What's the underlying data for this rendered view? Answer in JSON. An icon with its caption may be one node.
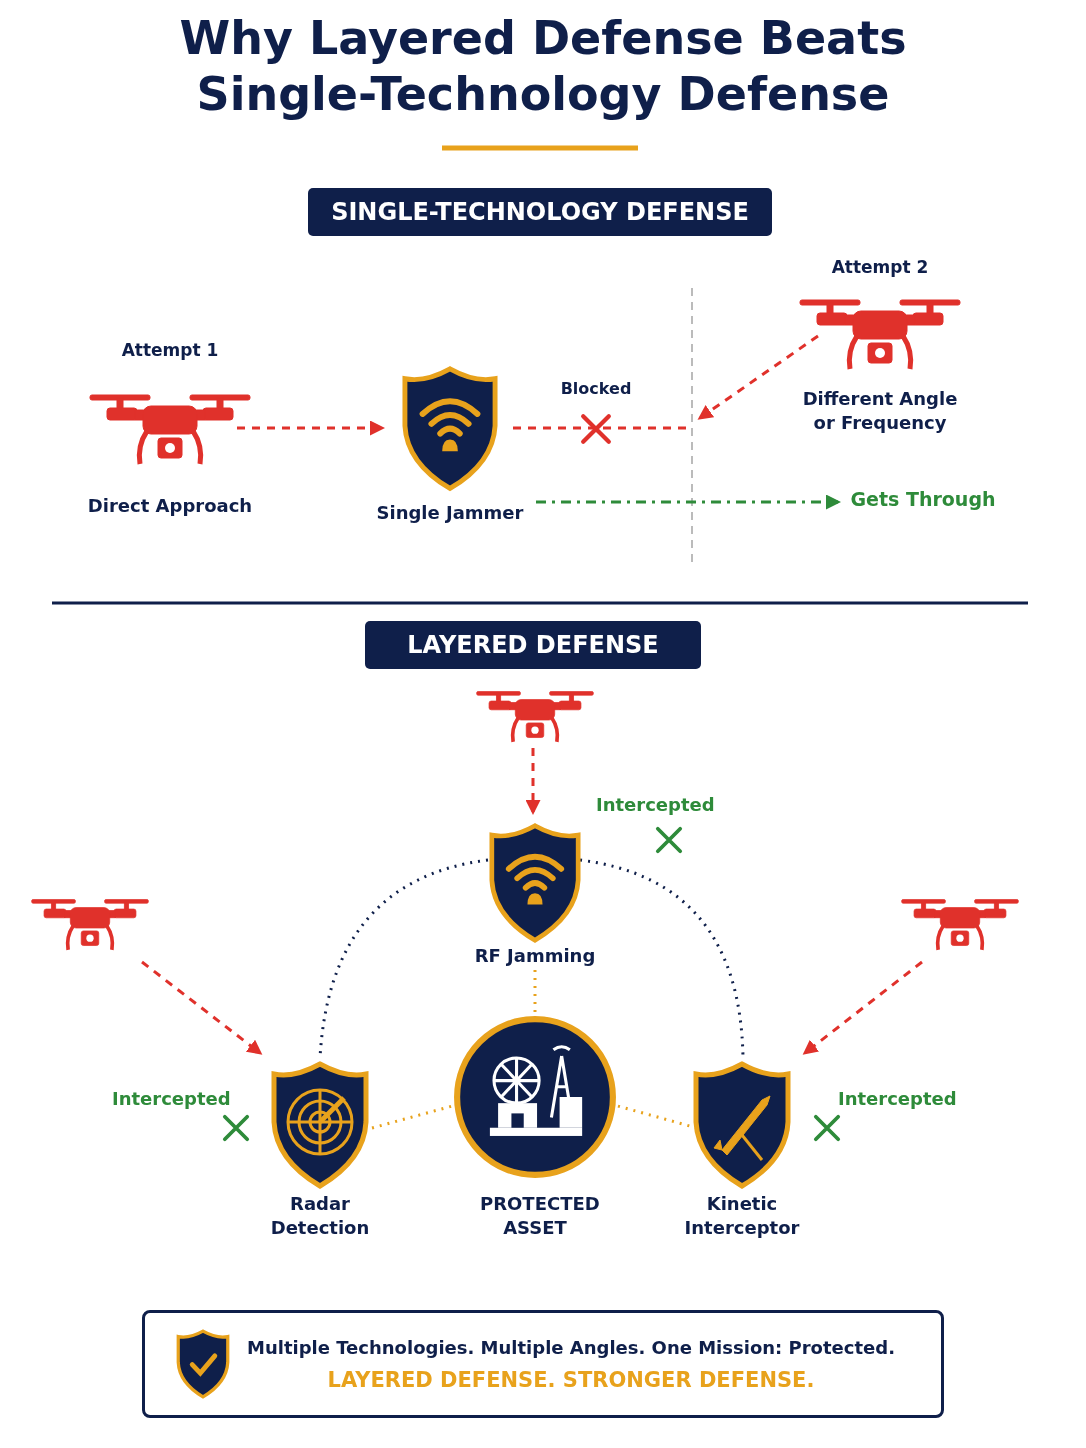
{
  "diagram": {
    "title": "Why Layered Defense Beats Single-Technology Defense",
    "nodes": [
      {
        "text": [
          "SINGLE-TECHNOLOGY DEFENSE"
        ]
      },
      {
        "text": [
          "Attempt 1",
          "Direct Approach"
        ]
      },
      {
        "text": [
          "Single Jammer"
        ]
      },
      {
        "text": [
          "Attempt 2",
          "Different Angle or Frequency"
        ]
      },
      {
        "text": [
          "Gets Through"
        ]
      },
      {
        "text": [
          "LAYERED DEFENSE"
        ]
      },
      {
        "text": [],
        "shape": "drone"
      },
      {
        "text": [
          "RF Jamming"
        ]
      },
      {
        "text": [],
        "shape": "drone"
      },
      {
        "text": [],
        "shape": "drone"
      },
      {
        "text": [
          "Radar Detection"
        ]
      },
      {
        "text": [
          "PROTECTED ASSET"
        ]
      },
      {
        "text": [
          "Kinetic Interceptor"
        ]
      },
      {
        "text": [
          "Multiple Technologies. Multiple Angles. One Mission: Protected.",
          "LAYERED DEFENSE. STRONGER DEFENSE."
        ]
      }
    ],
    "edges": [
      {
        "from": 1,
        "to": 2,
        "arrow": "to",
        "style": "dashed"
      },
      {
        "from": 2,
        "to": null,
        "arrow": "none",
        "style": "dashed",
        "label": "Blocked"
      },
      {
        "from": 3,
        "to": null,
        "arrow": "to",
        "style": "dashed"
      },
      {
        "from": 2,
        "to": 4,
        "arrow": "to",
        "style": "dashed",
        "color": "#2e8b3a"
      },
      {
        "from": 6,
        "to": 7,
        "arrow": "to",
        "style": "dashed"
      },
      {
        "from": 8,
        "to": 10,
        "arrow": "to",
        "style": "dashed"
      },
      {
        "from": 9,
        "to": 12,
        "arrow": "to",
        "style": "dashed"
      },
      {
        "from": 7,
        "to": 10,
        "arrow": "none",
        "style": "dashed",
        "color": "#0f1f4a"
      },
      {
        "from": 7,
        "to": 12,
        "arrow": "none",
        "style": "dashed",
        "color": "#0f1f4a"
      },
      {
        "from": 7,
        "to": 11,
        "arrow": "none",
        "style": "dashed",
        "color": "#e8a21c"
      },
      {
        "from": 10,
        "to": 11,
        "arrow": "none",
        "style": "dashed",
        "color": "#e8a21c"
      },
      {
        "from": 12,
        "to": 11,
        "arrow": "none",
        "style": "dashed",
        "color": "#e8a21c"
      }
    ],
    "labels": [
      "Intercepted",
      "Intercepted",
      "Intercepted"
    ]
  }
}
